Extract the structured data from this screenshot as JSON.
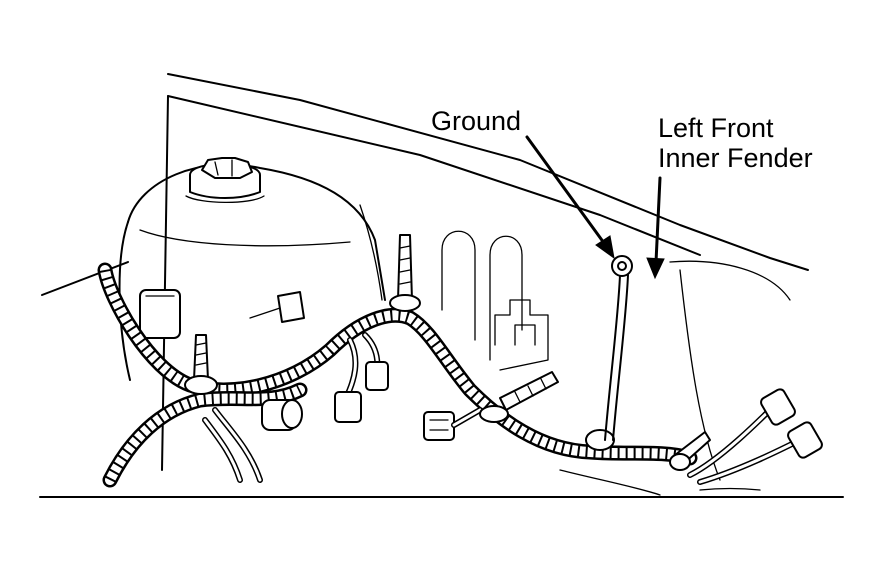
{
  "labels": {
    "ground": "Ground",
    "fender_line1": "Left Front",
    "fender_line2": "Inner Fender"
  },
  "colors": {
    "line": "#000000",
    "background": "#ffffff"
  }
}
